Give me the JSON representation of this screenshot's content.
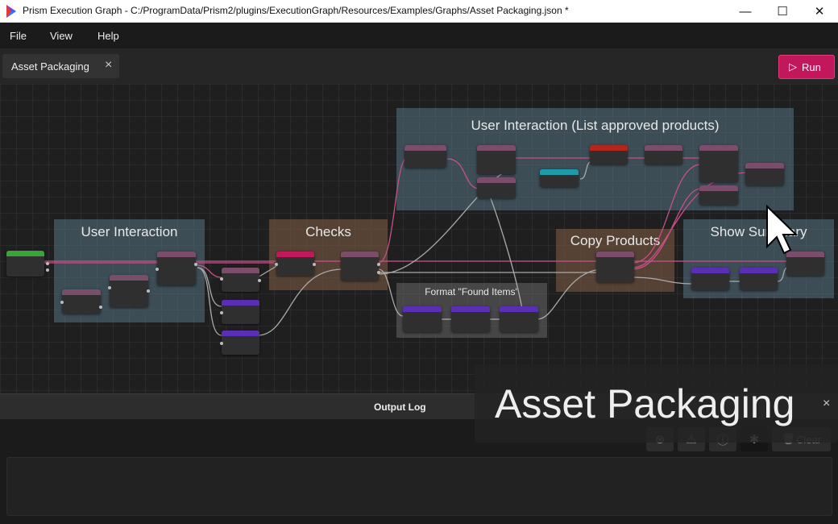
{
  "window": {
    "title": "Prism Execution Graph - C:/ProgramData/Prism2/plugins/ExecutionGraph/Resources/Examples/Graphs/Asset Packaging.json *",
    "minimize": "—",
    "maximize": "☐",
    "close": "✕"
  },
  "menu": [
    "File",
    "View",
    "Help"
  ],
  "tab": {
    "label": "Asset Packaging",
    "close": "×"
  },
  "run": {
    "label": "Run",
    "icon": "▷"
  },
  "groups": [
    {
      "title": "User Interaction (List approved products)"
    },
    {
      "title": "User Interaction"
    },
    {
      "title": "Checks"
    },
    {
      "title": "Copy Products"
    },
    {
      "title": "Show Summary"
    },
    {
      "title": "Format \"Found Items\""
    }
  ],
  "log": {
    "title": "Output Log",
    "clear": "Clear",
    "toolbar_icons": [
      "error-filter-icon",
      "warning-filter-icon",
      "info-filter-icon",
      "debug-bug-icon",
      "trash-icon"
    ]
  },
  "overlay": {
    "text": "Asset Packaging",
    "close": "×"
  },
  "colors": {
    "accent": "#c2185b",
    "node_header_purple": "#7a4e6a",
    "node_header_violet": "#5b2fb5",
    "node_header_green": "#3aa33a",
    "node_header_red": "#b3261e",
    "node_header_teal": "#1f9aa8",
    "wire": "#c94f8a"
  }
}
